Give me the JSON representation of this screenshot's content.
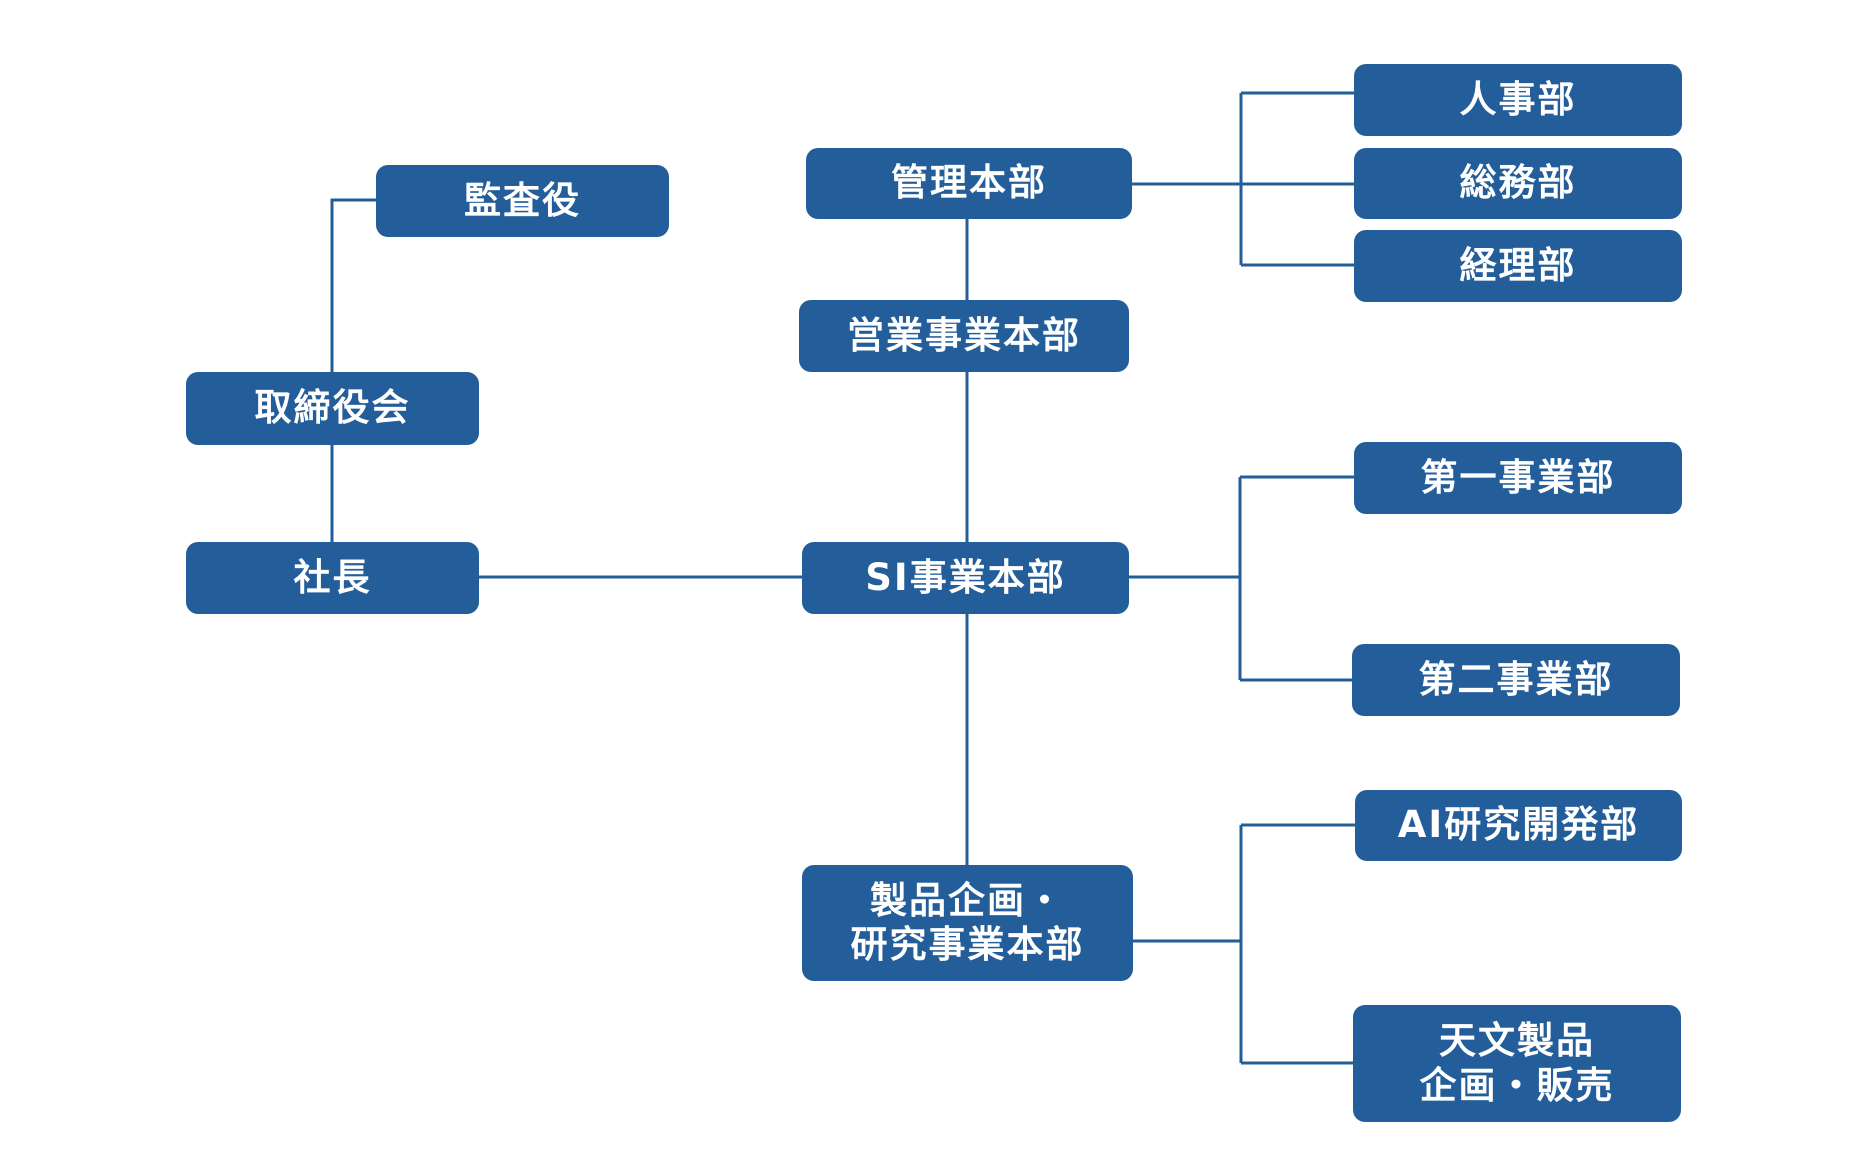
{
  "colors": {
    "box_fill": "#245e9a",
    "box_text": "#ffffff",
    "connector": "#245e9a",
    "background": "#ffffff"
  },
  "org_chart": {
    "auditor": "監査役",
    "board": "取締役会",
    "president": "社長",
    "admin_hq": "管理本部",
    "sales_hq": "営業事業本部",
    "si_hq": "SI事業本部",
    "product_hq": "製品企画・\n研究事業本部",
    "hr_dept": "人事部",
    "general_affairs_dept": "総務部",
    "accounting_dept": "経理部",
    "business_dept_1": "第一事業部",
    "business_dept_2": "第二事業部",
    "ai_rnd_dept": "AI研究開発部",
    "astro_products_dept": "天文製品\n企画・販売"
  }
}
